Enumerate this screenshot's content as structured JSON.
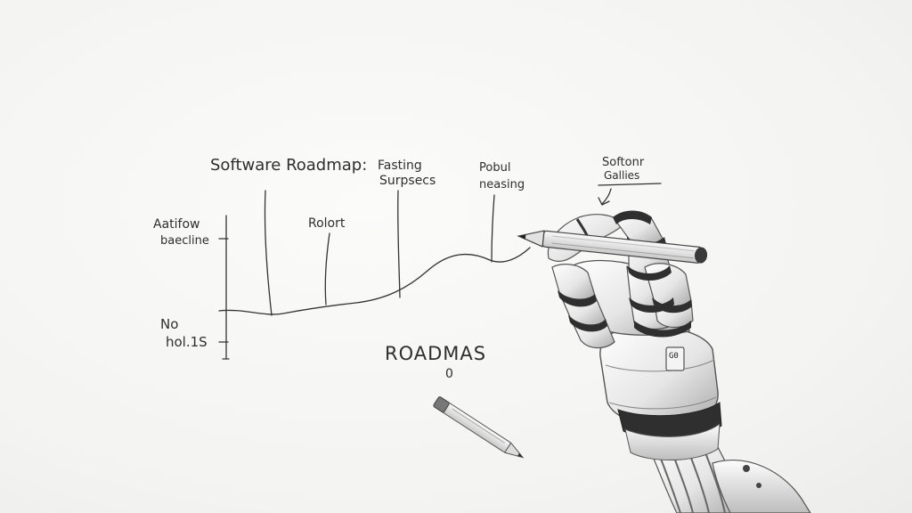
{
  "sketch": {
    "title": "Software Roadmap:",
    "label_fasting_1": "Fasting",
    "label_fasting_2": "Surpsecs",
    "label_pobul_1": "Pobul",
    "label_pobul_2": "neasing",
    "label_softonr_1": "Softonr",
    "label_softonr_2": "Gallies",
    "label_aatifow_1": "Aatifow",
    "label_aatifow_2": "baecline",
    "label_rolort": "Rolort",
    "label_no_1": "No",
    "label_no_2": "hol.1S",
    "label_roadmaps": "ROADMAS",
    "label_roadmaps_sub": "0",
    "arm_panel_text": "G0"
  },
  "colors": {
    "ink": "#2e2e2e",
    "paper": "#f7f7f5",
    "metal_light": "#f2f2f2",
    "metal_shadow": "#9a9a9a",
    "joint_dark": "#3a3a3a"
  }
}
